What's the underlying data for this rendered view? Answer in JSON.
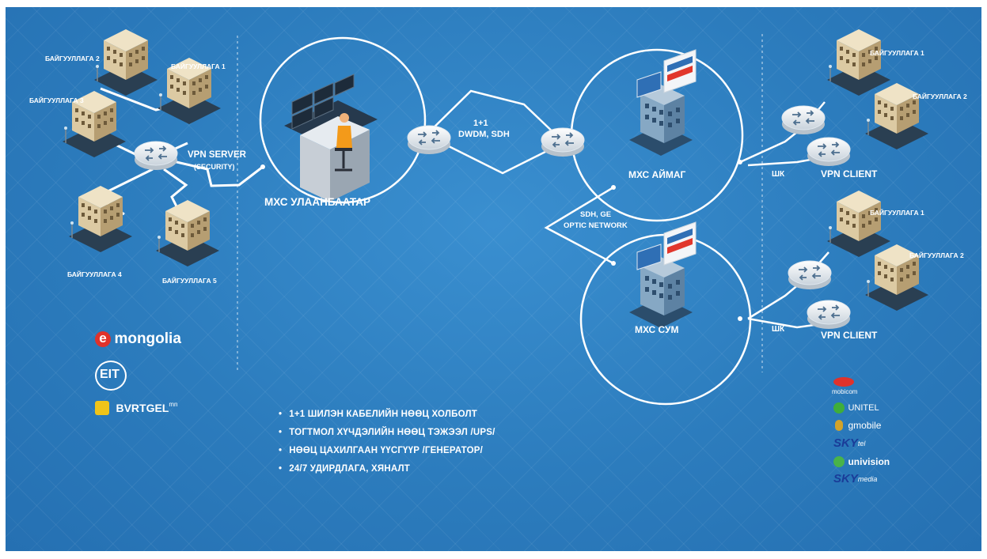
{
  "labels": {
    "org1_left": "БАЙГУУЛЛАГА 1",
    "org2_left": "БАЙГУУЛЛАГА 2",
    "org3_left": "БАЙГУУЛЛАГА 3",
    "org4_left": "БАЙГУУЛЛАГА 4",
    "org5_left": "БАЙГУУЛЛАГА 5",
    "vpn_server": "VPN SERVER",
    "security": "(SECURITY)",
    "mxc_ub": "МХС УЛААНБААТАР",
    "link_1p1": "1+1",
    "link_dwdm": "DWDM, SDH",
    "mxc_aimag": "МХС АЙМАГ",
    "mxc_sum": "МХС СУМ",
    "sdh_ge": "SDH, GE",
    "optic": "OPTIC NETWORK",
    "shk_top": "ШК",
    "shk_bottom": "ШК",
    "vpn_client_top": "VPN CLIENT",
    "vpn_client_bottom": "VPN CLIENT",
    "org1_rt": "БАЙГУУЛЛАГА 1",
    "org2_rt": "БАЙГУУЛЛАГА 2",
    "org1_rb": "БАЙГУУЛЛАГА 1",
    "org2_rb": "БАЙГУУЛЛАГА 2"
  },
  "bullets": [
    "1+1 ШИЛЭН КАБЕЛИЙН НӨӨЦ ХОЛБОЛТ",
    "ТОГТМОЛ ХҮЧДЭЛИЙН НӨӨЦ ТЭЖЭЭЛ /UPS/",
    "НӨӨЦ ЦАХИЛГААН ҮҮСГҮҮР /ГЕНЕРАТОР/",
    "24/7 УДИРДЛАГА, ХЯНАЛТ"
  ],
  "logos_left": {
    "emongolia_e": "e",
    "emongolia": "mongolia",
    "eit": "EIT",
    "burtgel": "BVRTGEL",
    "burtgel_sup": "mn"
  },
  "logos_right": {
    "mobicom": "mobicom",
    "unitel": "UNITEL",
    "gmobile": "gmobile",
    "skytel": "SKY",
    "skytel_sub": "tel",
    "univision": "univision",
    "skymedia": "SKY",
    "skymedia_sub": "media"
  },
  "colors": {
    "background": "#2e7fbf",
    "line": "#ffffff",
    "logo_red": "#e0322b",
    "unitel_green": "#3fae3a",
    "gmobile_gold": "#d2a32a",
    "skytel_blue": "#1a3c98",
    "univision_green": "#49b34a"
  }
}
